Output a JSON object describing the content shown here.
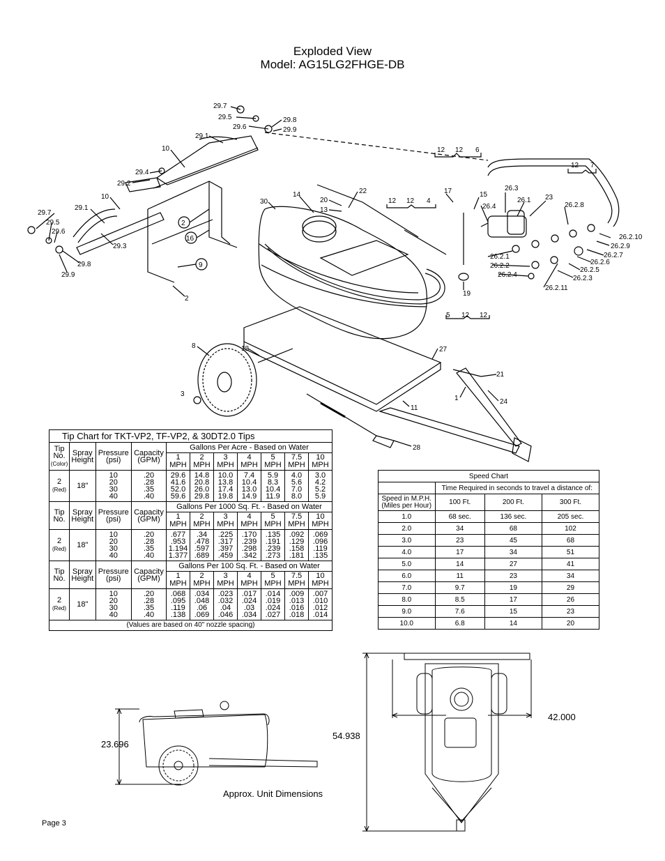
{
  "title": {
    "line1": "Exploded View",
    "line2": "Model: AG15LG2FHGE-DB"
  },
  "part_labels": {
    "p297a": "29.7",
    "p295a": "29.5",
    "p296a": "29.6",
    "p298a": "29.8",
    "p299a": "29.9",
    "p291a": "29.1",
    "p10a": "10",
    "p294": "29.4",
    "p292": "29.2",
    "p10b": "10",
    "p297b": "29.7",
    "p295b": "29.5",
    "p296b": "29.6",
    "p291b": "29.1",
    "p293": "29.3",
    "p298b": "29.8",
    "p299b": "29.9",
    "p2": "2",
    "p16": "16",
    "p9": "9",
    "p2b": "2",
    "p30": "30",
    "p14": "14",
    "p20": "20",
    "p13": "13",
    "p22": "22",
    "p12a": "12",
    "p12b": "12",
    "p6": "6",
    "p12c": "12",
    "p7": "7",
    "p12d": "12",
    "p12e": "12",
    "p4": "4",
    "p17": "17",
    "p15": "15",
    "p263": "26.3",
    "p261": "26.1",
    "p23": "23",
    "p264": "26.4",
    "p268": "26.2.8",
    "p2610": "26.2.10",
    "p269": "26.2.9",
    "p267": "26.2.7",
    "p266": "26.2.6",
    "p265": "26.2.5",
    "p263b": "26.2.3",
    "p2611": "26.2.11",
    "p2621": "26.2.1",
    "p2622": "26.2.2",
    "p2624": "26.2.4",
    "p19": "19",
    "p5": "5",
    "p12f": "12",
    "p12g": "12",
    "p8": "8",
    "p18": "18",
    "p27": "27",
    "p3": "3",
    "p21": "21",
    "p1": "1",
    "p24": "24",
    "p11": "11",
    "p28": "28"
  },
  "tip_chart": {
    "caption": "Tip Chart for TKT-VP2, TF-VP2, & 30DT2.0 Tips",
    "col_tip": "Tip",
    "col_no": "No.",
    "col_color": "(Color)",
    "col_spray": "Spray",
    "col_height": "Height",
    "col_pressure": "Pressure",
    "col_psi": "(psi)",
    "col_capacity": "Capacity",
    "col_gpm": "(GPM)",
    "mph_unit": "MPH",
    "speeds": [
      "1",
      "2",
      "3",
      "4",
      "5",
      "7.5",
      "10"
    ],
    "sections": [
      {
        "group": "Gallons Per Acre - Based on Water",
        "show_color": true,
        "tip": "2",
        "color": "(Red)",
        "height": "18\"",
        "pressures": [
          "10",
          "20",
          "30",
          "40"
        ],
        "capacities": [
          ".20",
          ".28",
          ".35",
          ".40"
        ],
        "columns": [
          [
            "29.6",
            "41.6",
            "52.0",
            "59.6"
          ],
          [
            "14.8",
            "20.8",
            "26.0",
            "29.8"
          ],
          [
            "10.0",
            "13.8",
            "17.4",
            "19.8"
          ],
          [
            "7.4",
            "10.4",
            "13.0",
            "14.9"
          ],
          [
            "5.9",
            "8.3",
            "10.4",
            "11.9"
          ],
          [
            "4.0",
            "5.6",
            "7.0",
            "8.0"
          ],
          [
            "3.0",
            "4.2",
            "5.2",
            "5.9"
          ]
        ]
      },
      {
        "group": "Gallons Per 1000 Sq. Ft. - Based on Water",
        "show_color": false,
        "tip": "2",
        "color": "(Red)",
        "height": "18\"",
        "pressures": [
          "10",
          "20",
          "30",
          "40"
        ],
        "capacities": [
          ".20",
          ".28",
          ".35",
          ".40"
        ],
        "columns": [
          [
            ".677",
            ".953",
            "1.194",
            "1.377"
          ],
          [
            ".34",
            ".478",
            ".597",
            ".689"
          ],
          [
            ".225",
            ".317",
            ".397",
            ".459"
          ],
          [
            ".170",
            ".239",
            ".298",
            ".342"
          ],
          [
            ".135",
            ".191",
            ".239",
            ".273"
          ],
          [
            ".092",
            ".129",
            ".158",
            ".181"
          ],
          [
            ".069",
            ".096",
            ".119",
            ".135"
          ]
        ]
      },
      {
        "group": "Gallons Per 100 Sq. Ft. - Based on Water",
        "show_color": false,
        "tip": "2",
        "color": "(Red)",
        "height": "18\"",
        "pressures": [
          "10",
          "20",
          "30",
          "40"
        ],
        "capacities": [
          ".20",
          ".28",
          ".35",
          ".40"
        ],
        "columns": [
          [
            ".068",
            ".095",
            ".119",
            ".138"
          ],
          [
            ".034",
            ".048",
            ".06",
            ".069"
          ],
          [
            ".023",
            ".032",
            ".04",
            ".046"
          ],
          [
            ".017",
            ".024",
            ".03",
            ".034"
          ],
          [
            ".014",
            ".019",
            ".024",
            ".027"
          ],
          [
            ".009",
            ".013",
            ".016",
            ".018"
          ],
          [
            ".007",
            ".010",
            ".012",
            ".014"
          ]
        ]
      }
    ],
    "note": "(Values are based on 40\" nozzle spacing)"
  },
  "speed_chart": {
    "title": "Speed Chart",
    "subtitle": "Time Required in seconds to travel a distance of:",
    "speed_header_1": "Speed in M.P.H.",
    "speed_header_2": "(Miles per Hour)",
    "distances": [
      "100 Ft.",
      "200 Ft.",
      "300 Ft."
    ],
    "rows": [
      [
        "1.0",
        "68 sec.",
        "136 sec.",
        "205 sec."
      ],
      [
        "2.0",
        "34",
        "68",
        "102"
      ],
      [
        "3.0",
        "23",
        "45",
        "68"
      ],
      [
        "4.0",
        "17",
        "34",
        "51"
      ],
      [
        "5.0",
        "14",
        "27",
        "41"
      ],
      [
        "6.0",
        "11",
        "23",
        "34"
      ],
      [
        "7.0",
        "9.7",
        "19",
        "29"
      ],
      [
        "8.0",
        "8.5",
        "17",
        "26"
      ],
      [
        "9.0",
        "7.6",
        "15",
        "23"
      ],
      [
        "10.0",
        "6.8",
        "14",
        "20"
      ]
    ]
  },
  "dimensions": {
    "height": "23.696",
    "length": "54.938",
    "width": "42.000",
    "caption": "Approx. Unit Dimensions"
  },
  "page_label": "Page 3"
}
